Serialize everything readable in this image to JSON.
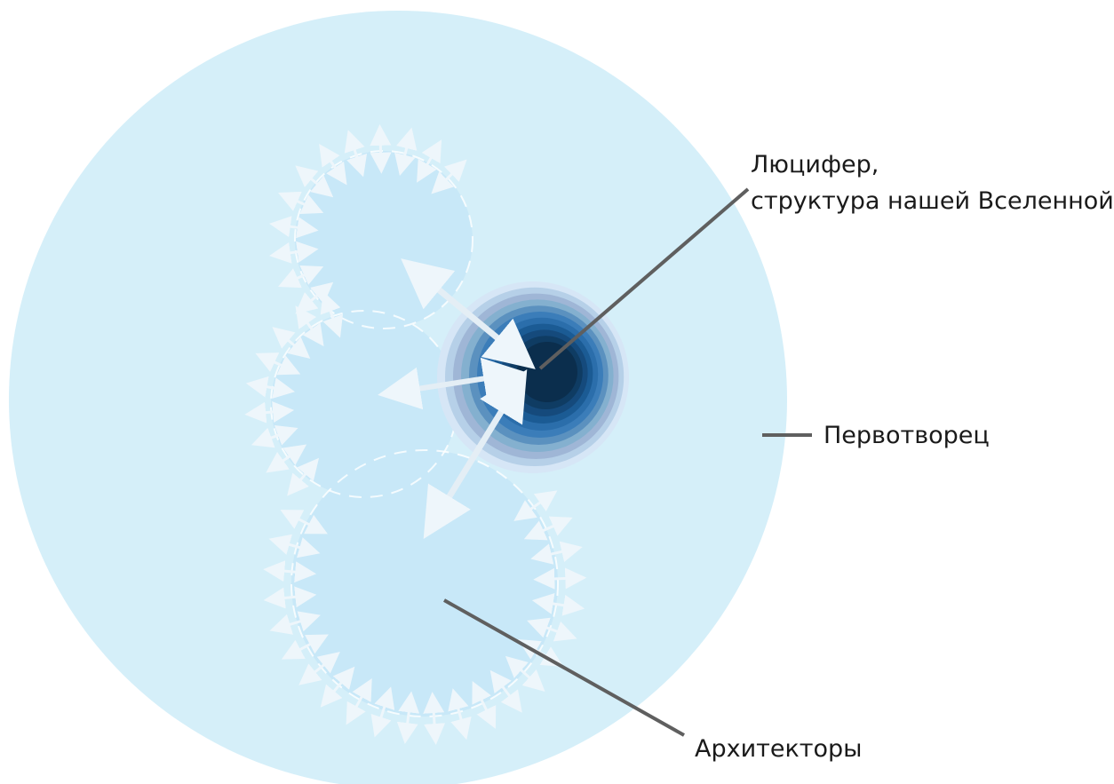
{
  "labels": {
    "lucifer_line1": "Люцифер,",
    "lucifer_line2": "структура нашей Вселенной",
    "first_creator": "Первотворец",
    "architects": "Архитекторы"
  },
  "colors": {
    "outer_sphere": "#d5eff9",
    "architect_region": "#c8e8f8",
    "arrow": "#eef6fb",
    "core_rings": [
      "#d6e6f6",
      "#b6d0e8",
      "#9fb6d6",
      "#84b0cf",
      "#5b91bf",
      "#3b7db9",
      "#2b6eab",
      "#1b5b94",
      "#154a7c",
      "#0f3c63",
      "#0b2e4d"
    ],
    "leader_line": "#5f5f5f",
    "text": "#1a1a1a"
  }
}
